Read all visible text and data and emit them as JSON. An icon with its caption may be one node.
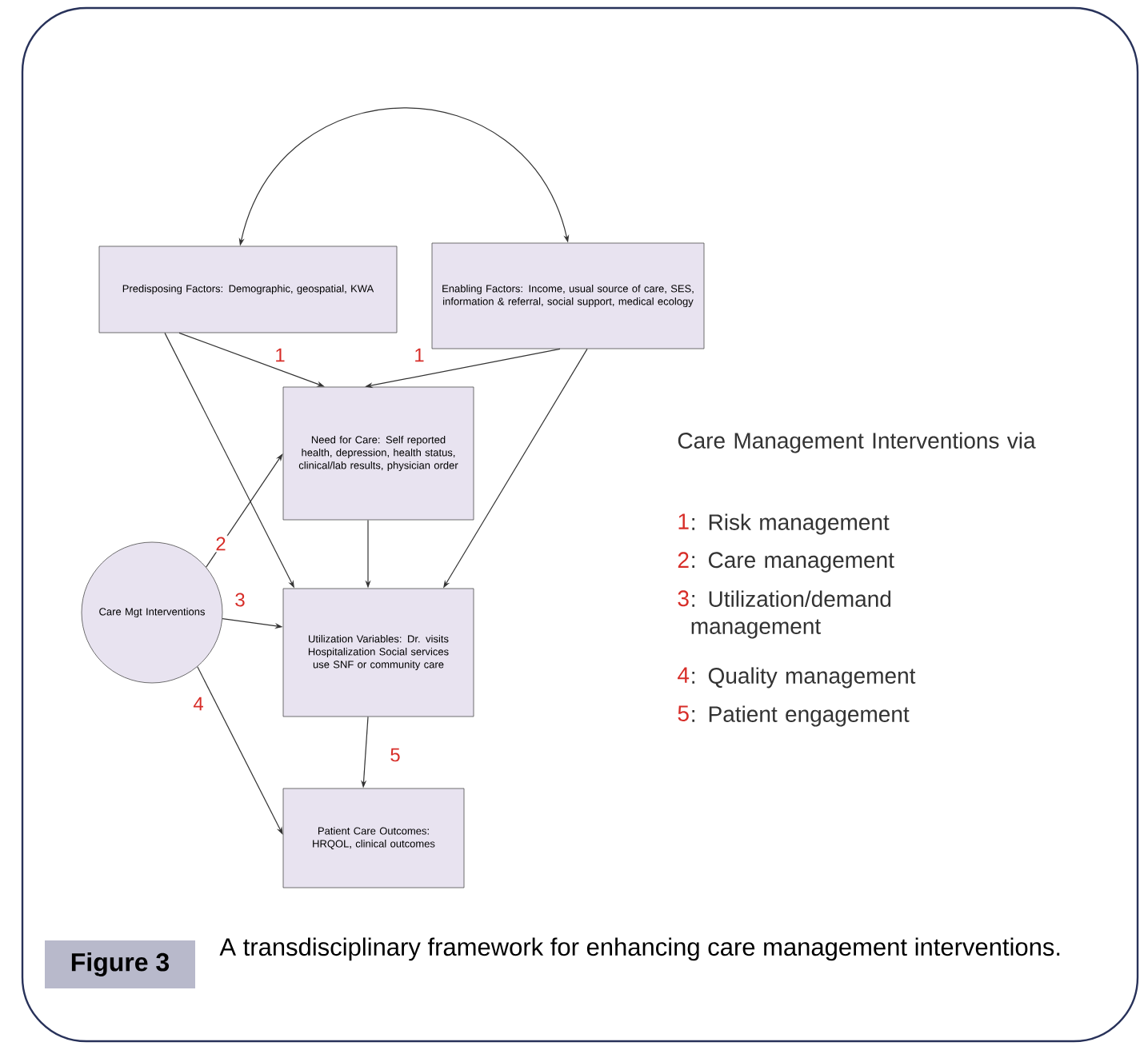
{
  "diagram": {
    "caption": "A transdisciplinary framework for enhancing care management interventions.",
    "nodes": [
      {
        "text": [
          "Predisposing Factors: Demographic, geospatial, KWA"
        ]
      },
      {
        "text": [
          "Enabling Factors: Income, usual source of care, SES, information & referral, social support, medical ecology"
        ]
      },
      {
        "text": [
          "Need for Care: Self reported health, depression, health status, clinical/lab results, physician order"
        ]
      },
      {
        "text": [
          "Care Mgt Interventions"
        ]
      },
      {
        "text": [
          "Utilization Variables: Dr. visits Hospitalization Social services use SNF or community care"
        ]
      },
      {
        "text": [
          "Patient Care Outcomes: HRQOL, clinical outcomes"
        ]
      }
    ],
    "edges": [
      {
        "from": 0,
        "to": 1,
        "arrow": "both"
      },
      {
        "from": 0,
        "to": 2,
        "arrow": "to",
        "label": "1"
      },
      {
        "from": 1,
        "to": 2,
        "arrow": "to",
        "label": "1"
      },
      {
        "from": 0,
        "to": 4,
        "arrow": "to"
      },
      {
        "from": 1,
        "to": 4,
        "arrow": "to"
      },
      {
        "from": 3,
        "to": 2,
        "arrow": "to",
        "label": "2"
      },
      {
        "from": 3,
        "to": 4,
        "arrow": "to",
        "label": "3"
      },
      {
        "from": 3,
        "to": 5,
        "arrow": "to",
        "label": "4"
      },
      {
        "from": 2,
        "to": 4,
        "arrow": "to"
      },
      {
        "from": 4,
        "to": 5,
        "arrow": "to",
        "label": "5"
      }
    ],
    "labels": [
      "Care Management Interventions via",
      "1",
      ": Risk management",
      "2",
      ": Care management",
      "3",
      ": Utilization/demand management",
      "4",
      ": Quality management",
      "5",
      ": Patient engagement",
      "Figure 3"
    ]
  }
}
